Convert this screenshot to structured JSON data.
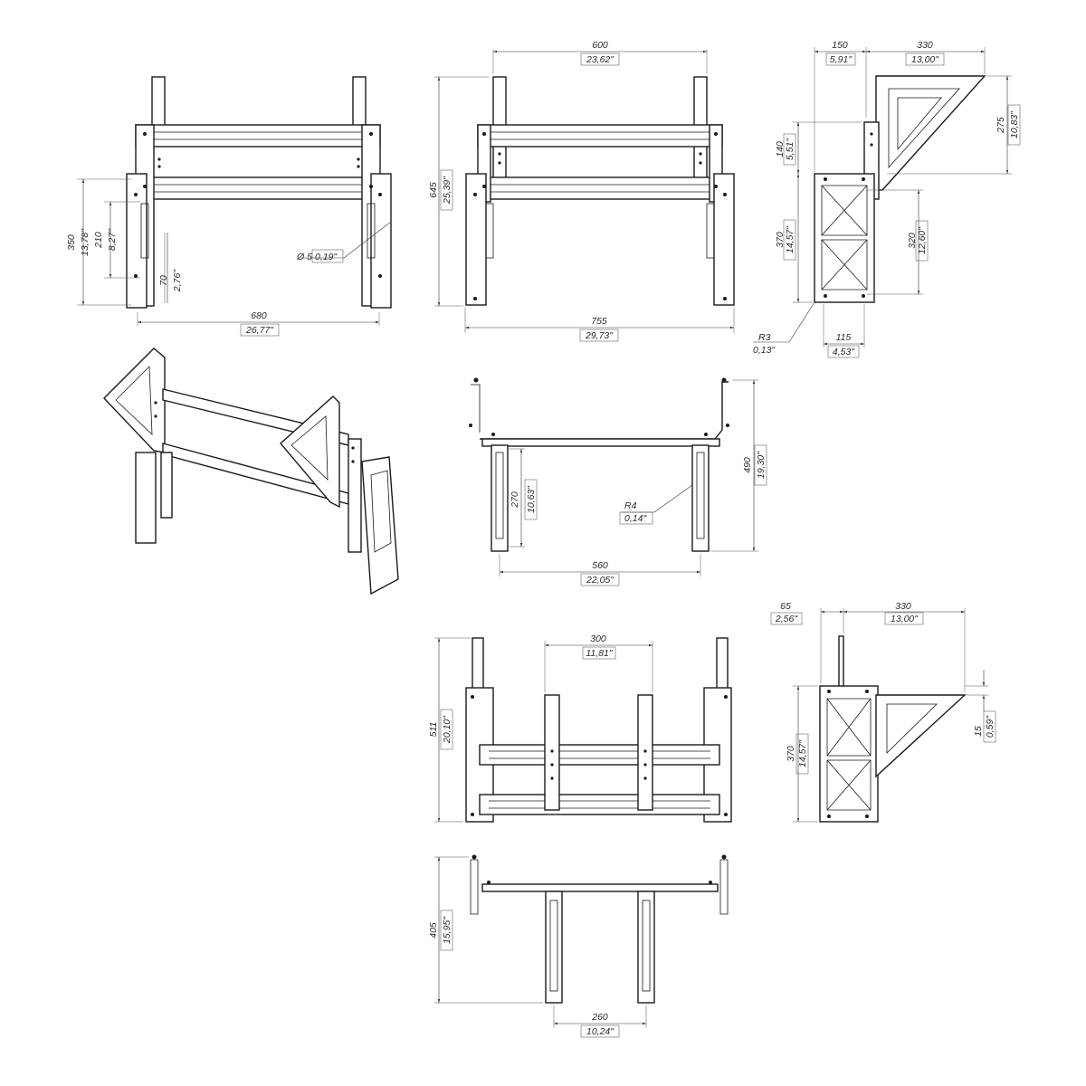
{
  "colors": {
    "line": "#1a1a1a",
    "dimension": "#333333",
    "background": "#ffffff"
  },
  "views": {
    "front_view_1": {
      "width": "600",
      "width_in": "23,62\"",
      "height": "645",
      "height_in": "25,39\"",
      "base_width": "755",
      "base_width_in": "29,73\""
    },
    "front_view_2": {
      "d350": "350",
      "d350_in": "13,78\"",
      "d210": "210",
      "d210_in": "8,27\"",
      "d70": "70",
      "d70_in": "2,76\"",
      "hole": "Ø 5",
      "hole_in": "0,19\"",
      "width": "680",
      "width_in": "26,77\""
    },
    "side_view_1": {
      "top_left": "150",
      "top_left_in": "5,91\"",
      "top_right": "330",
      "top_right_in": "13,00\"",
      "bracket_h": "275",
      "bracket_h_in": "10,83\"",
      "d140": "140",
      "d140_in": "5,51\"",
      "plate_h": "370",
      "plate_h_in": "14,57\"",
      "slot_h": "320",
      "slot_h_in": "12,60\"",
      "radius": "R3",
      "radius_in": "0,13\"",
      "plate_w": "115",
      "plate_w_in": "4,53\""
    },
    "top_view_1": {
      "height": "490",
      "height_in": "19,30\"",
      "d270": "270",
      "d270_in": "10,63\"",
      "radius": "R4",
      "radius_in": "0,14\"",
      "width": "560",
      "width_in": "22,05\""
    },
    "front_view_3": {
      "width": "300",
      "width_in": "11,81\"",
      "height": "511",
      "height_in": "20,10\""
    },
    "side_view_2": {
      "top_left": "65",
      "top_left_in": "2,56\"",
      "top_right": "330",
      "top_right_in": "13,00\"",
      "plate_h": "370",
      "plate_h_in": "14,57\"",
      "d15": "15",
      "d15_in": "0,59\""
    },
    "top_view_2": {
      "height": "405",
      "height_in": "15,95\"",
      "width": "260",
      "width_in": "10,24\""
    }
  }
}
